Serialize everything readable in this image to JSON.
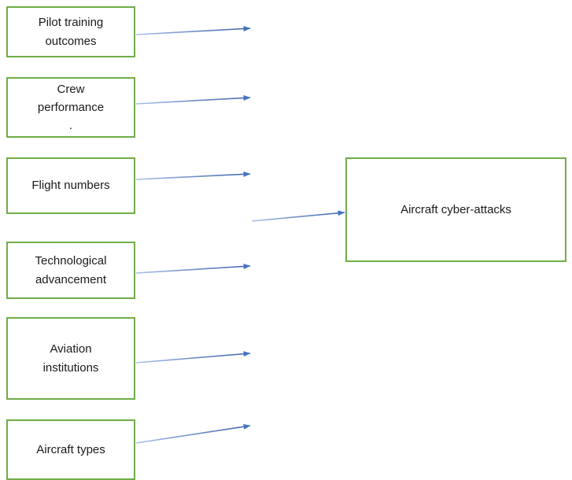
{
  "diagram": {
    "type": "conceptual-framework",
    "colors": {
      "node_border": "#70AD47",
      "node_fill": "#FFFFFF",
      "connector": "#4472C4",
      "connector_light": "#8FAADC",
      "text": "#1A1A1A"
    },
    "factors": [
      {
        "id": "pilot-training-outcomes",
        "label": "Pilot training\noutcomes"
      },
      {
        "id": "crew-performance",
        "label": "Crew\nperformance\n."
      },
      {
        "id": "flight-numbers",
        "label": "Flight numbers"
      },
      {
        "id": "technological-advancement",
        "label": "Technological\nadvancement"
      },
      {
        "id": "aviation-institutions",
        "label": "Aviation\ninstitutions"
      },
      {
        "id": "aircraft-types",
        "label": "Aircraft types"
      }
    ],
    "outcome": {
      "id": "aircraft-cyber-attacks",
      "label": "Aircraft cyber-attacks"
    },
    "connectors": {
      "spine_label": "vertical-connector-spine",
      "arrow_count": 7
    }
  }
}
